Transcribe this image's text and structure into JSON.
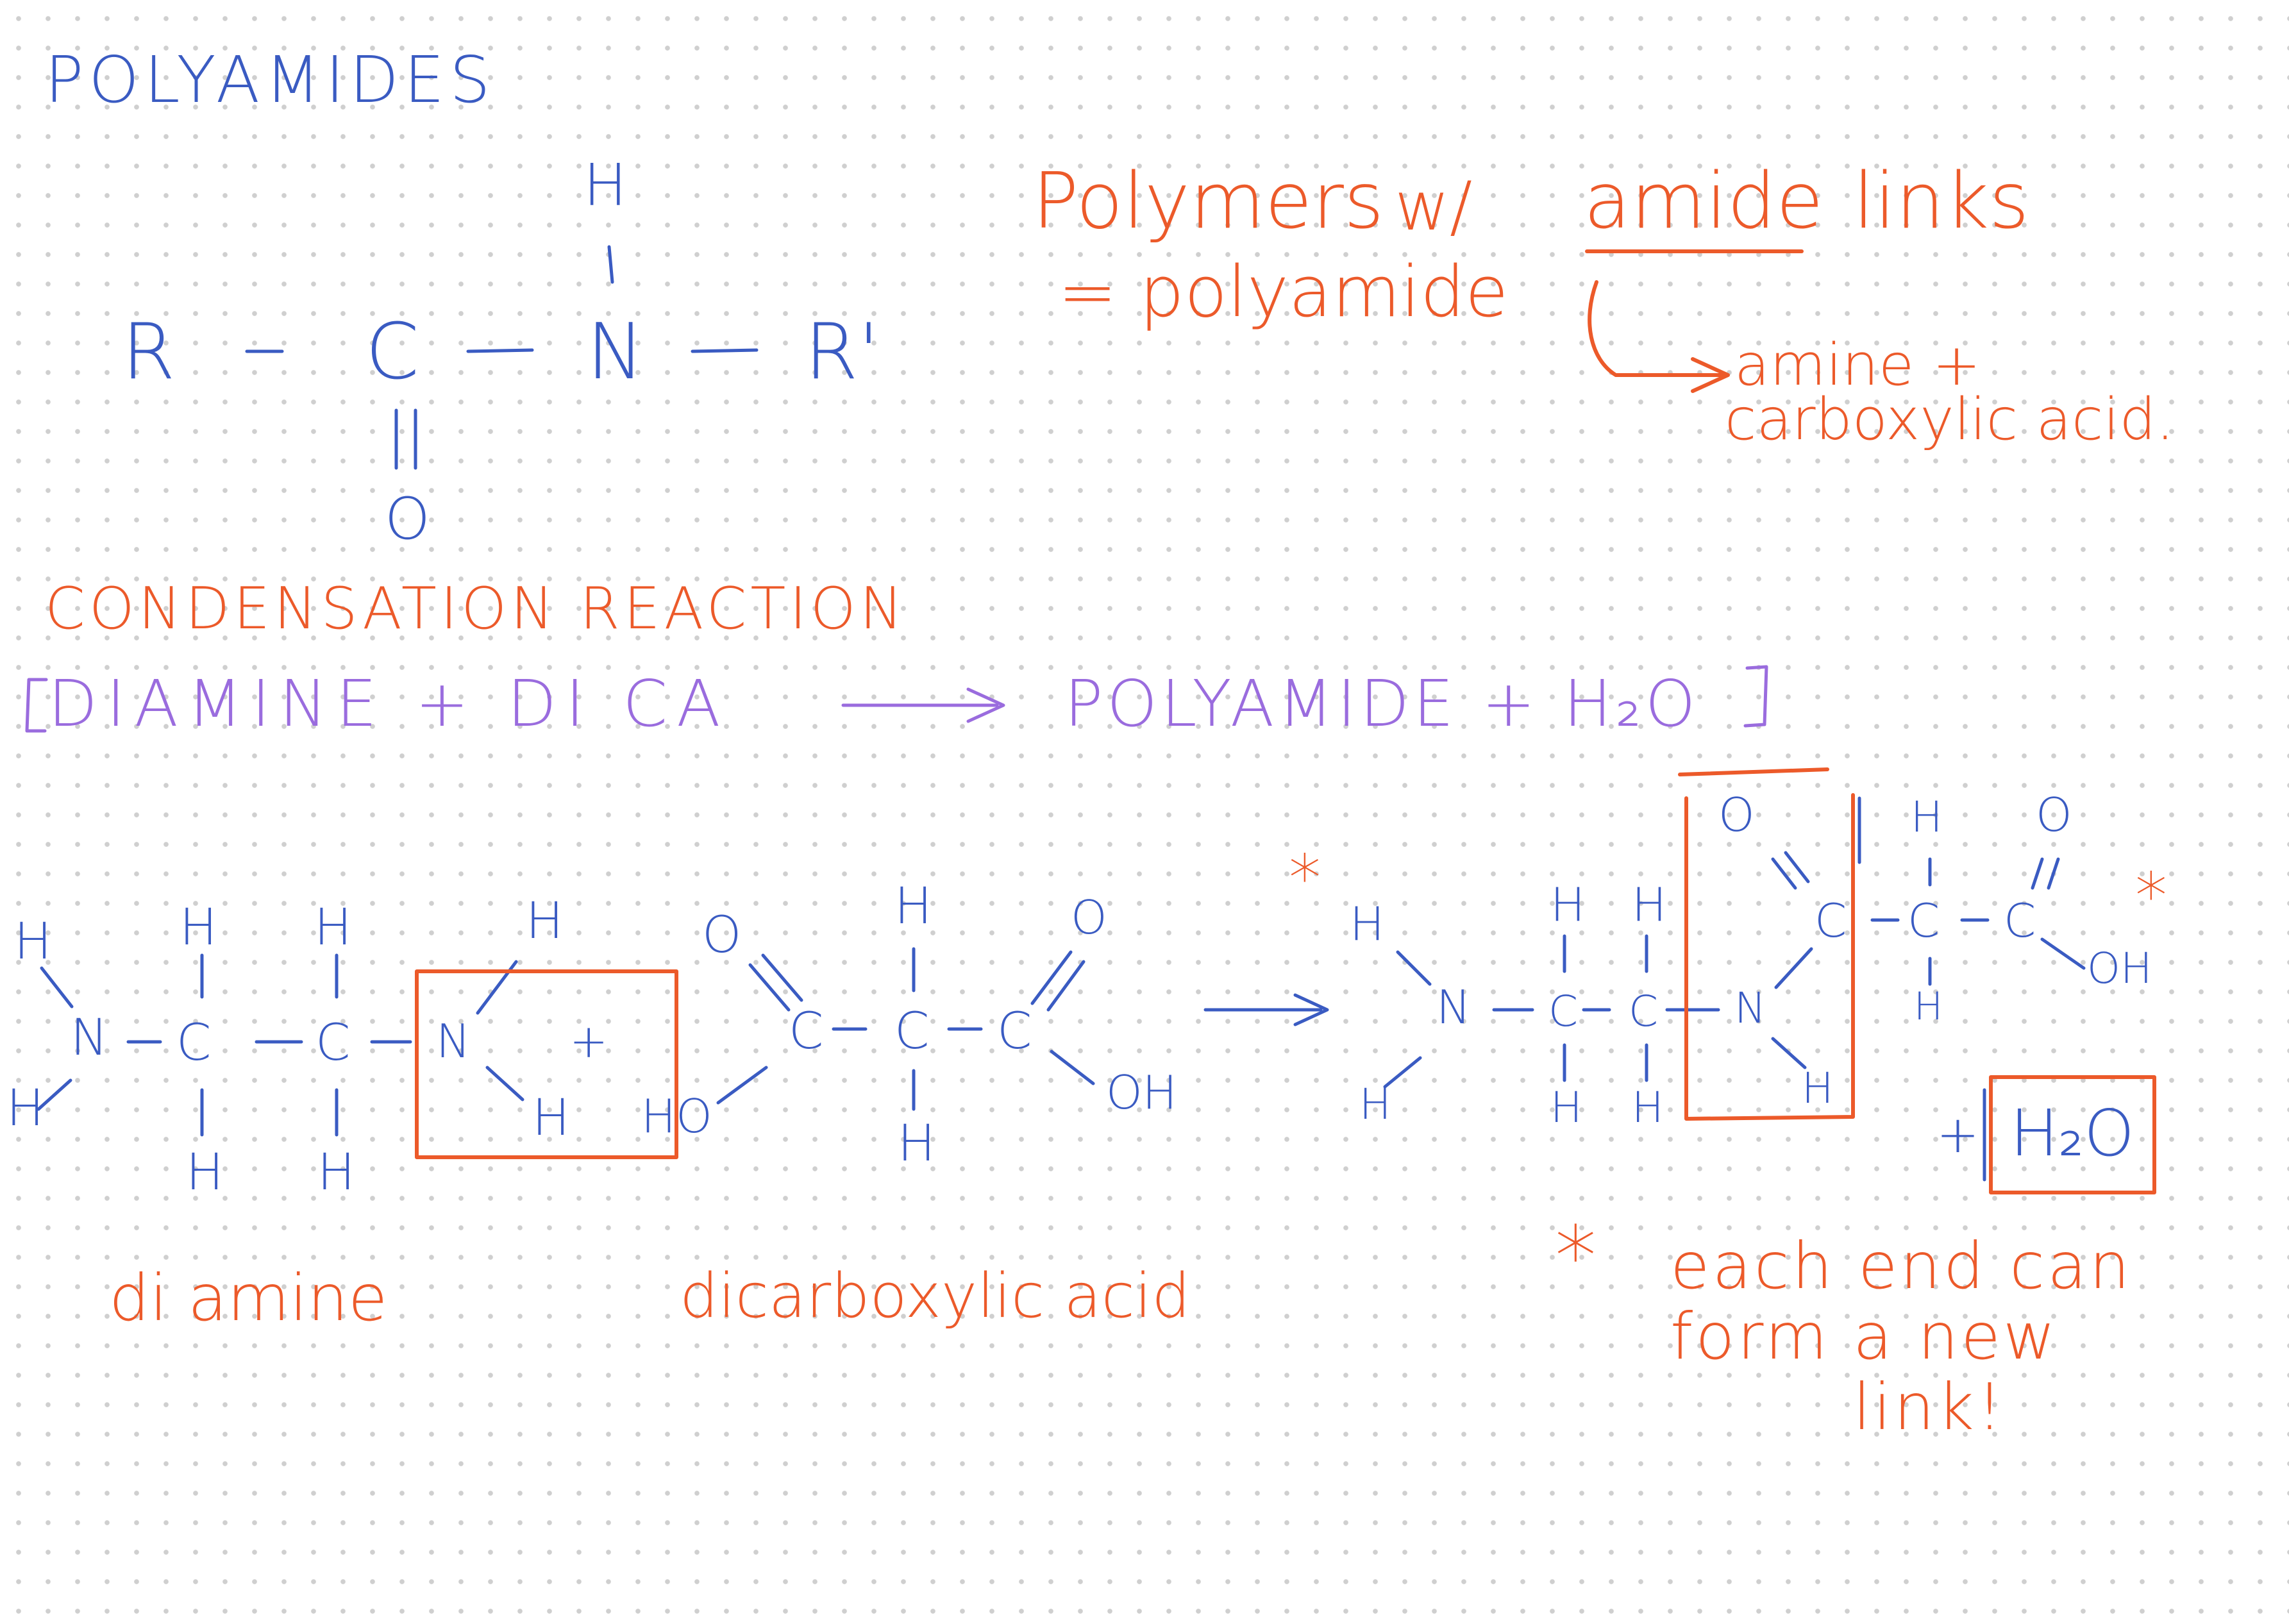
{
  "heading": "POLYAMIDES",
  "amide_link": {
    "r": "R",
    "c": "C",
    "n": "N",
    "r2": "R'",
    "h": "H",
    "o": "O"
  },
  "definition": {
    "line1_word1": "Polymers",
    "line1_word2": "w/",
    "line1_word3": "amide",
    "line1_word4": "links",
    "line2": "= polyamide",
    "note_line1": "amine +",
    "note_line2": "carboxylic acid."
  },
  "reaction_heading": "CONDENSATION REACTION",
  "reaction_summary": {
    "left": "DIAMINE + DI CA",
    "right": "POLYAMIDE + H₂O"
  },
  "diamine": {
    "atoms": [
      "H",
      "H",
      "H",
      "H",
      "H",
      "N",
      "C",
      "C",
      "N",
      "+",
      "H",
      "H",
      "H"
    ],
    "label": "di amine"
  },
  "dicarboxylic_acid": {
    "atoms": [
      "O",
      "H",
      "O",
      "C",
      "C",
      "C",
      "HO",
      "OH",
      "H"
    ],
    "label": "dicarboxylic acid"
  },
  "product": {
    "atoms": [
      "*",
      "H",
      "H",
      "H",
      "N",
      "C",
      "C",
      "N",
      "H",
      "H",
      "H",
      "O",
      "C",
      "H",
      "O",
      "C",
      "C",
      "OH",
      "H",
      "H",
      "*"
    ],
    "water_plus": "+",
    "water": "H₂O"
  },
  "footnote": {
    "star": "*",
    "line1": "each end can",
    "line2": "form a new",
    "line3": "link!"
  },
  "colors": {
    "blue_ink": "#3a5bc2",
    "orange_ink": "#ec5a2a",
    "purple_ink": "#9a6cde",
    "dot_grid": "#cfcfcf"
  }
}
